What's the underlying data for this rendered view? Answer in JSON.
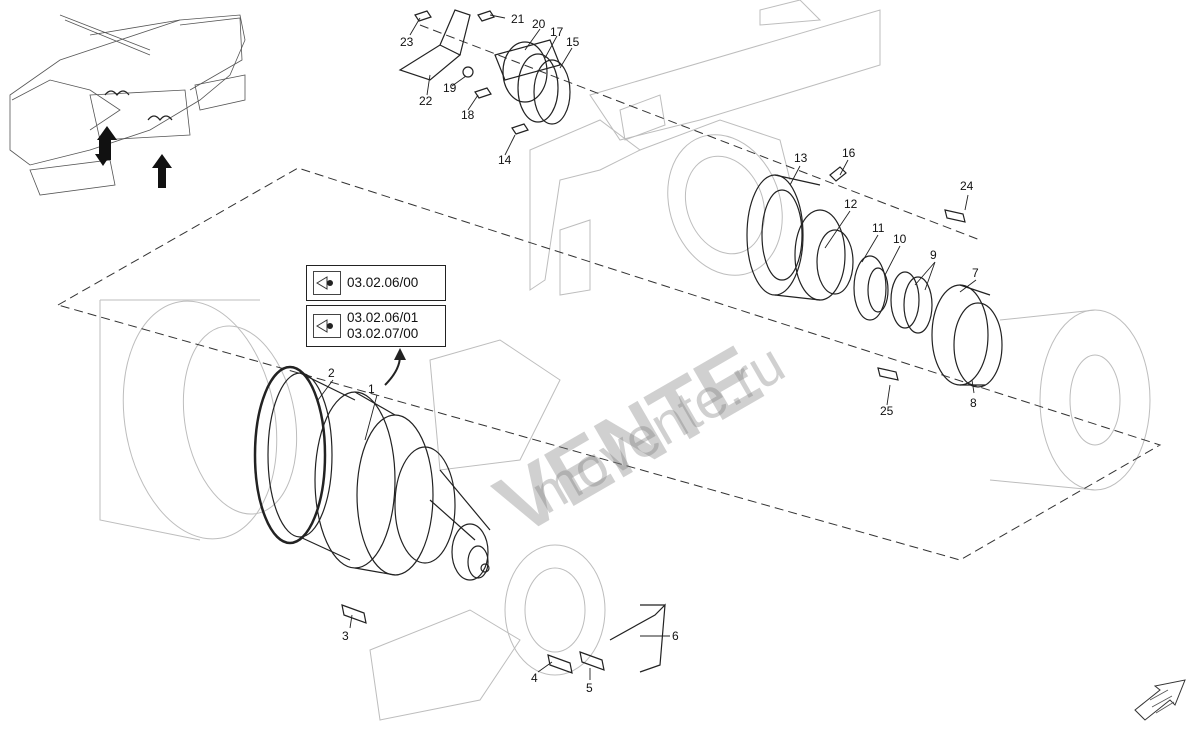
{
  "references": [
    {
      "lines": [
        "03.02.06/00"
      ]
    },
    {
      "lines": [
        "03.02.06/01",
        "03.02.07/00"
      ]
    }
  ],
  "callouts": [
    "1",
    "2",
    "3",
    "4",
    "5",
    "6",
    "7",
    "8",
    "9",
    "10",
    "11",
    "12",
    "13",
    "14",
    "15",
    "16",
    "17",
    "18",
    "19",
    "20",
    "21",
    "22",
    "23",
    "24",
    "25"
  ],
  "watermark": {
    "brand": "VENTE",
    "domain": "movente.ru"
  }
}
